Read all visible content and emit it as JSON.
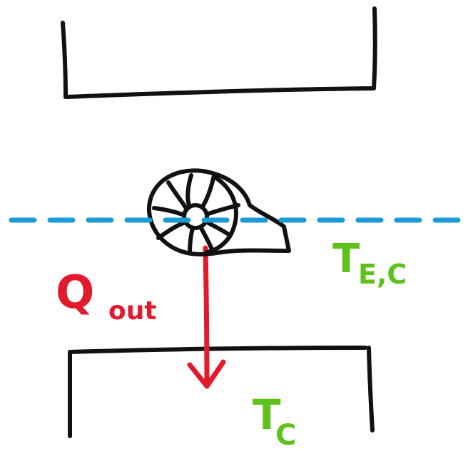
{
  "labels": {
    "heat_symbol": "Q",
    "heat_subscript": "out",
    "engine_temp_symbol": "T",
    "engine_temp_subscript": "E,C",
    "cold_temp_symbol": "T",
    "cold_temp_subscript": "C"
  },
  "colors": {
    "ink": "#111111",
    "heat_arrow": "#e21a2c",
    "temperature_label": "#5fc21a",
    "dashed_line": "#1a9ad6"
  },
  "icons": {
    "engine": "turbine-engine-icon"
  }
}
